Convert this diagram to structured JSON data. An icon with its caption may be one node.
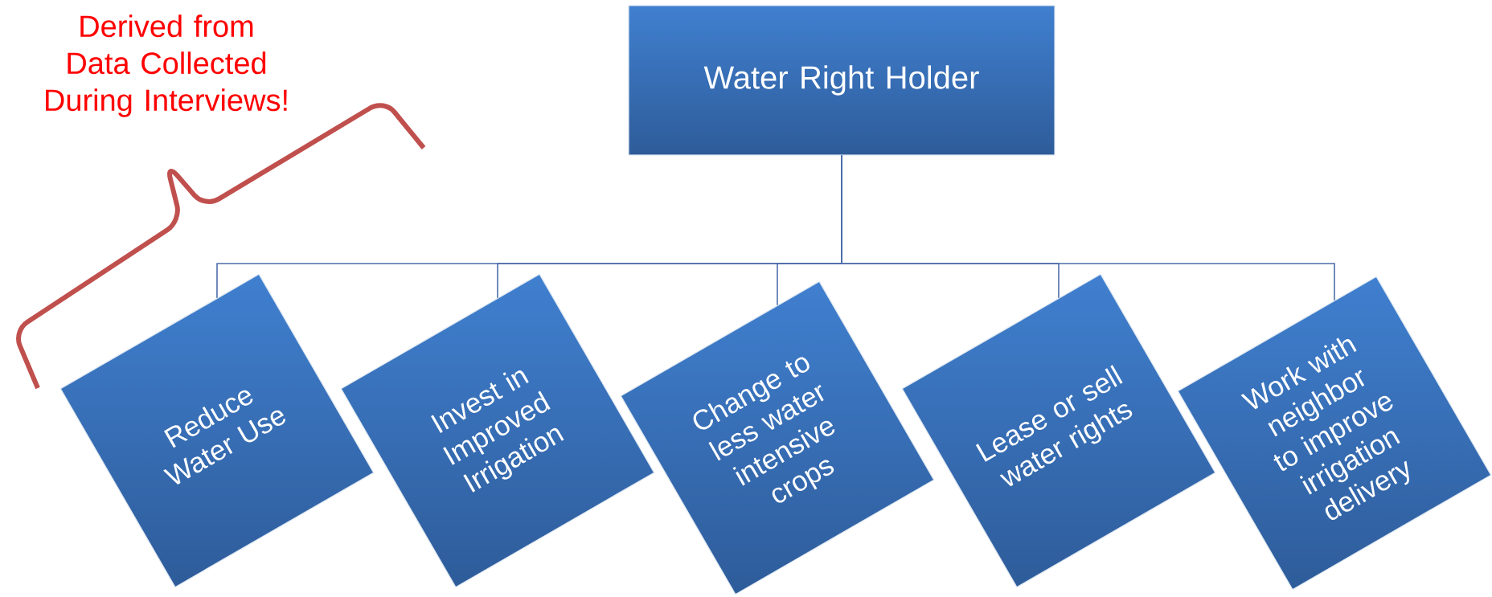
{
  "diagram": {
    "nodes": [
      {
        "text": [
          "Water Right Holder"
        ]
      },
      {
        "text": [
          "Reduce Water Use"
        ]
      },
      {
        "text": [
          "Invest in Improved Irrigation"
        ]
      },
      {
        "text": [
          "Change to less water intensive crops"
        ]
      },
      {
        "text": [
          "Lease or sell water rights"
        ]
      },
      {
        "text": [
          "Work with neighbor to improve irrigation delivery"
        ]
      }
    ],
    "edges": [
      {
        "from": 0,
        "to": 1,
        "arrow": "none"
      },
      {
        "from": 0,
        "to": 2,
        "arrow": "none"
      },
      {
        "from": 0,
        "to": 3,
        "arrow": "none"
      },
      {
        "from": 0,
        "to": 4,
        "arrow": "none"
      },
      {
        "from": 0,
        "to": 5,
        "arrow": "none"
      }
    ],
    "labels": [
      "Derived from Data Collected During Interviews!"
    ]
  }
}
